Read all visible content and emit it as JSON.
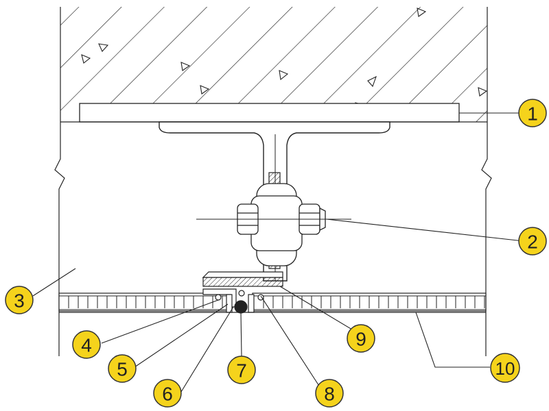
{
  "diagram": {
    "colors": {
      "line": "#222222",
      "callout_fill": "#f5d31c",
      "callout_stroke": "#333333",
      "background": "#ffffff"
    },
    "callouts": [
      {
        "id": "1",
        "label": "1"
      },
      {
        "id": "2",
        "label": "2"
      },
      {
        "id": "3",
        "label": "3"
      },
      {
        "id": "4",
        "label": "4"
      },
      {
        "id": "5",
        "label": "5"
      },
      {
        "id": "6",
        "label": "6"
      },
      {
        "id": "7",
        "label": "7"
      },
      {
        "id": "8",
        "label": "8"
      },
      {
        "id": "9",
        "label": "9"
      },
      {
        "id": "10",
        "label": "10"
      }
    ]
  }
}
